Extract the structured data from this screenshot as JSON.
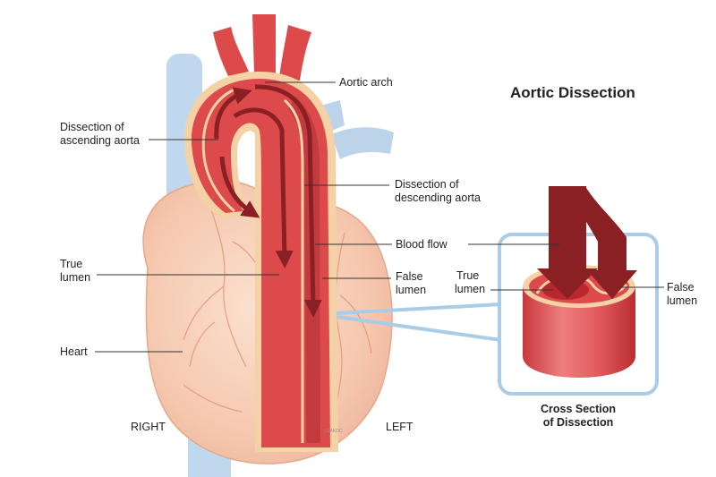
{
  "title": "Aortic Dissection",
  "labels": {
    "aortic_arch": "Aortic arch",
    "ascending_1": "Dissection of",
    "ascending_2": "ascending aorta",
    "descending_1": "Dissection of",
    "descending_2": "descending aorta",
    "blood_flow": "Blood flow",
    "true_lumen_1": "True",
    "true_lumen_2": "lumen",
    "false_lumen_1": "False",
    "false_lumen_2": "lumen",
    "heart": "Heart",
    "right": "RIGHT",
    "left": "LEFT",
    "inset_true_1": "True",
    "inset_true_2": "lumen",
    "inset_false_1": "False",
    "inset_false_2": "lumen",
    "cross_section_1": "Cross Section",
    "cross_section_2": "of Dissection",
    "signature": "LGAKDC"
  },
  "colors": {
    "aorta": "#dd4a4c",
    "aorta_dark": "#b0292e",
    "wall": "#f4d2a6",
    "arrow": "#8a1f24",
    "heart": "#f6c9b0",
    "vessel_blue": "#b8d4ec",
    "inset_border": "#a9cde8"
  },
  "icons": [
    "flow-arrow-icon"
  ]
}
